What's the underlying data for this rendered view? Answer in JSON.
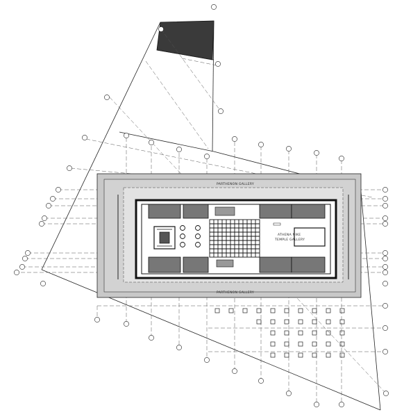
{
  "drawing": {
    "labels": {
      "top_gallery": "PARTHENON GALLERY",
      "bottom_gallery": "PARTHENON GALLERY",
      "temple_line1": "ATHENA NIKE",
      "temple_line2": "TEMPLE GALLERY"
    },
    "colors": {
      "ink": "#1a1a1a",
      "gallery_fill": "#d2d2d2",
      "gallery_inner": "#e2e2e2",
      "wall": "#111111",
      "frame": "#c8c8c8"
    },
    "icons": [
      "grid-bubble-icon",
      "staircase-icon",
      "column-pier-icon",
      "hatched-roof-icon"
    ]
  }
}
